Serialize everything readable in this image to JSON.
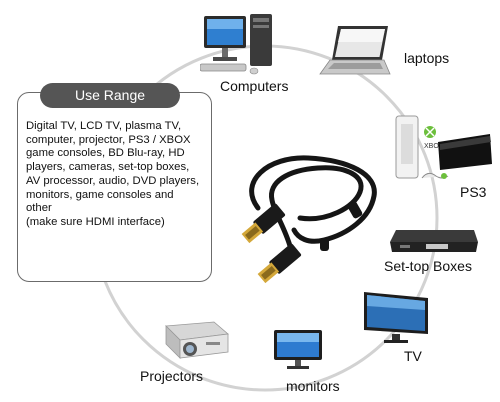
{
  "use_range": {
    "title": "Use Range",
    "lines": [
      "Digital TV, LCD TV, plasma TV,",
      "computer, projector, PS3 / XBOX",
      "game consoles, BD Blu-ray, HD",
      "players, cameras, set-top boxes,",
      "AV processor, audio, DVD players,",
      " monitors, game consoles and",
      "other",
      "(make sure HDMI interface)"
    ]
  },
  "devices": {
    "computers": "Computers",
    "laptops": "laptops",
    "ps3": "PS3",
    "set_top_boxes": "Set-top Boxes",
    "tv": "TV",
    "monitors": "monitors",
    "projectors": "Projectors"
  },
  "console_logo": "XBOX 360",
  "colors": {
    "circle": "#cfcfcf",
    "panel_border": "#6b6b6b",
    "panel_header": "#555555",
    "cable": "#151515",
    "gold": "#d4a83a"
  }
}
